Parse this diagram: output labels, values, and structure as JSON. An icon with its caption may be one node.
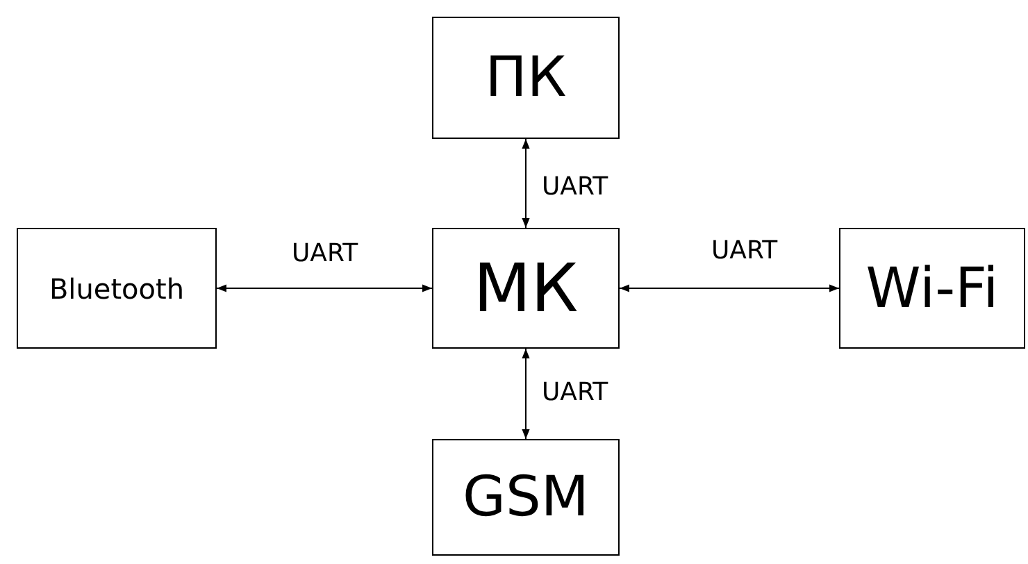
{
  "diagram": {
    "nodes": [
      {
        "text": [
          "ПК"
        ]
      },
      {
        "text": [
          "Bluetooth"
        ]
      },
      {
        "text": [
          "МК"
        ]
      },
      {
        "text": [
          "Wi-Fi"
        ]
      },
      {
        "text": [
          "GSM"
        ]
      }
    ],
    "edges": [
      {
        "from": 0,
        "to": 2,
        "arrow": "both",
        "label": "UART"
      },
      {
        "from": 1,
        "to": 2,
        "arrow": "both",
        "label": "UART"
      },
      {
        "from": 2,
        "to": 3,
        "arrow": "both",
        "label": "UART"
      },
      {
        "from": 2,
        "to": 4,
        "arrow": "both",
        "label": "UART"
      }
    ]
  }
}
